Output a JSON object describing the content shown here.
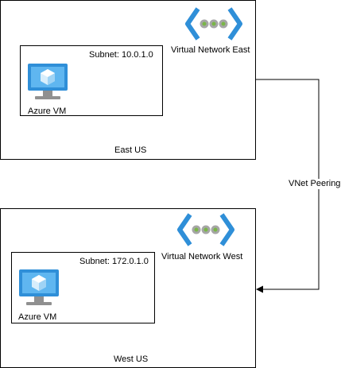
{
  "diagram": {
    "east": {
      "region_label": "East US",
      "vnet_label": "Virtual Network East",
      "vnet_icon": "virtual-network-icon",
      "subnet_label": "Subnet: 10.0.1.0",
      "vm_label": "Azure VM",
      "vm_icon": "azure-vm-icon"
    },
    "west": {
      "region_label": "West US",
      "vnet_label": "Virtual Network West",
      "vnet_icon": "virtual-network-icon",
      "subnet_label": "Subnet: 172.0.1.0",
      "vm_label": "Azure VM",
      "vm_icon": "azure-vm-icon"
    },
    "peering_label": "VNet Peering",
    "colors": {
      "azure_blue": "#2f8fd8",
      "azure_light_blue": "#5fb6f0",
      "monitor_gray": "#909090",
      "dot_green": "#7ab648",
      "stroke": "#000000"
    }
  }
}
